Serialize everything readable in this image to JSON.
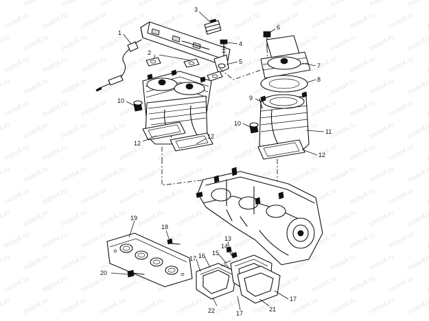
{
  "watermark": {
    "text": "moto4.ru"
  },
  "callouts": [
    {
      "id": "1",
      "text": "1"
    },
    {
      "id": "2",
      "text": "2"
    },
    {
      "id": "3",
      "text": "3"
    },
    {
      "id": "4",
      "text": "4"
    },
    {
      "id": "5",
      "text": "5"
    },
    {
      "id": "6",
      "text": "6"
    },
    {
      "id": "7",
      "text": "7"
    },
    {
      "id": "8",
      "text": "8"
    },
    {
      "id": "9",
      "text": "9"
    },
    {
      "id": "10a",
      "text": "10"
    },
    {
      "id": "10b",
      "text": "10"
    },
    {
      "id": "11",
      "text": "11"
    },
    {
      "id": "12a",
      "text": "12"
    },
    {
      "id": "12b",
      "text": "12"
    },
    {
      "id": "12c",
      "text": "12"
    },
    {
      "id": "13",
      "text": "13"
    },
    {
      "id": "14",
      "text": "14"
    },
    {
      "id": "15",
      "text": "15"
    },
    {
      "id": "16",
      "text": "16"
    },
    {
      "id": "17a",
      "text": "17"
    },
    {
      "id": "17b",
      "text": "17"
    },
    {
      "id": "17c",
      "text": "17"
    },
    {
      "id": "18",
      "text": "18"
    },
    {
      "id": "19",
      "text": "19"
    },
    {
      "id": "20",
      "text": "20"
    },
    {
      "id": "21",
      "text": "21"
    },
    {
      "id": "22",
      "text": "22"
    }
  ]
}
